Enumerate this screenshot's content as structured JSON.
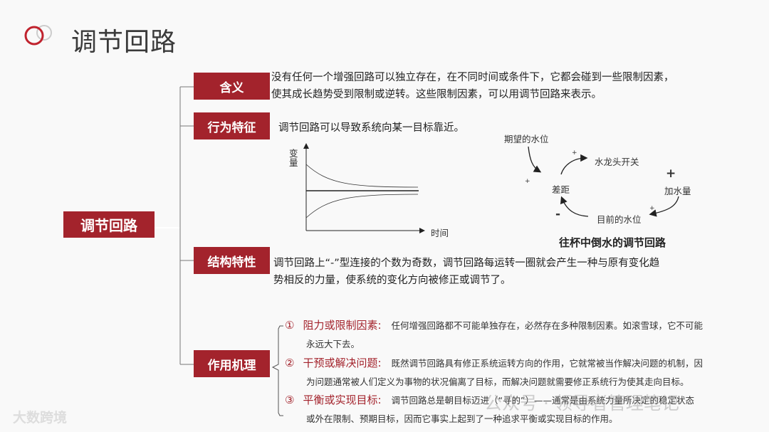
{
  "header": {
    "title": "调节回路"
  },
  "root": {
    "label": "调节回路"
  },
  "branches": [
    {
      "label": "含义",
      "text": [
        "没有任何一个增强回路可以独立存在，在不同时间或条件下，它都会碰到一些限制因素，",
        "使其成长趋势受到限制或逆转。这些限制因素，可以用调节回路来表示。"
      ]
    },
    {
      "label": "行为特征",
      "text": [
        "调节回路可以导致系统向某一目标靠近。"
      ]
    },
    {
      "label": "结构特性",
      "text": [
        "调节回路上“-”型连接的个数为奇数，调节回路每运转一圈就会产生一种与原有变化趋",
        "势相反的力量，使系统的变化方向被修正或调节了。"
      ]
    },
    {
      "label": "作用机理",
      "items": [
        {
          "num": "①",
          "head": "阻力或限制因素:",
          "first": "任何增强回路都不可能单独存在，必然存在多种限制因素。如滚雪球，它不可能",
          "rest": "永远大下去。"
        },
        {
          "num": "②",
          "head": "干预或解决问题:",
          "first": "既然调节回路具有修正系统运转方向的作用，它就常被当作解决问题的机制，因",
          "rest": "为问题通常被人们定义为事物的状况偏离了目标，而解决问题就需要修正系统行为使其走向目标。"
        },
        {
          "num": "③",
          "head": "平衡或实现目标:",
          "first": "调节回路总是朝目标迈进（“寻的”）——通常是由系统力量所决定的稳定状态",
          "rest": "或外在限制、预期目标，因而它事实上起到了一种追求平衡或实现目标的作用。"
        }
      ]
    }
  ],
  "behavior_graph": {
    "ylabel": "变量",
    "xlabel": "时间"
  },
  "loop_diagram": {
    "caption": "往杯中倒水的调节回路",
    "nodes": [
      "期望的水位",
      "差距",
      "水龙头开关",
      "加水量",
      "目前的水位"
    ],
    "signs": [
      "+",
      "+",
      "+",
      "+",
      "-"
    ]
  },
  "watermarks": {
    "bottom_left": "大数跨境",
    "center": "公众号 · 领导者管理笔记"
  },
  "colors": {
    "accent": "#a3232c",
    "background": "#f9f9f9"
  }
}
